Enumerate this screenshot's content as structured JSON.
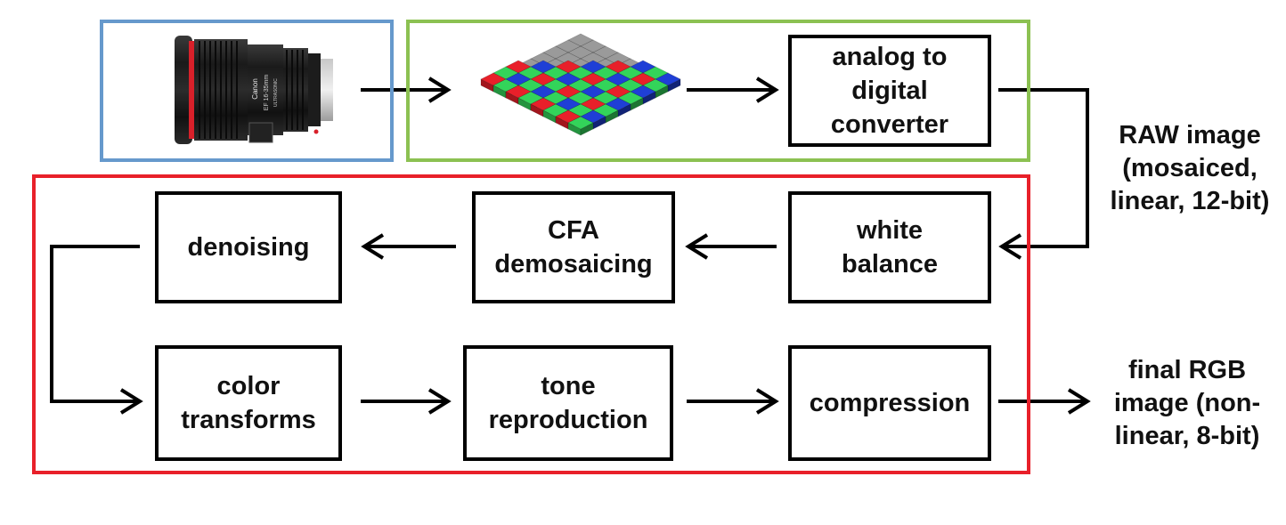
{
  "blocks": {
    "adc": "analog to\ndigital\nconverter",
    "white_balance": "white\nbalance",
    "cfa_demosaicing": "CFA\ndemosaicing",
    "denoising": "denoising",
    "color_transforms": "color\ntransforms",
    "tone_reproduction": "tone\nreproduction",
    "compression": "compression"
  },
  "labels": {
    "raw_image": "RAW image\n(mosaiced,\nlinear, 12-bit)",
    "final_image": "final RGB\nimage (non-\nlinear, 8-bit)"
  },
  "lens": {
    "brand_text": "Canon",
    "lens_text": "EF 16-35mm",
    "barrel_text": "ULTRASONIC"
  },
  "colors": {
    "lens_group": "#6699cc",
    "sensor_group": "#8cc152",
    "isp_group": "#e8202a",
    "bayer_red": "#e8202a",
    "bayer_green": "#33d45a",
    "bayer_blue": "#1f3fd6",
    "sensor_gray": "#9a9a9a"
  },
  "icons": [
    "camera-lens-icon",
    "bayer-sensor-icon"
  ]
}
